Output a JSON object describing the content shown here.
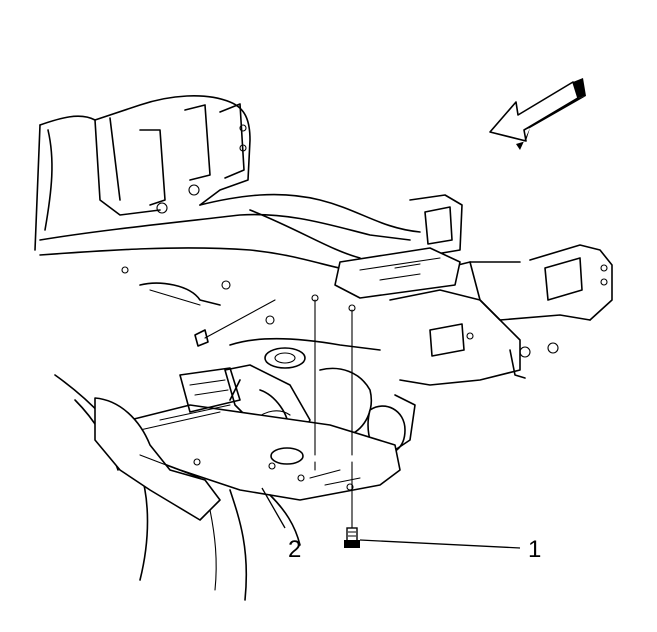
{
  "diagram": {
    "callouts": [
      {
        "id": "1",
        "label": "1"
      },
      {
        "id": "2",
        "label": "2"
      }
    ],
    "icons": [
      "direction-arrow-icon",
      "bolt-icon"
    ]
  }
}
